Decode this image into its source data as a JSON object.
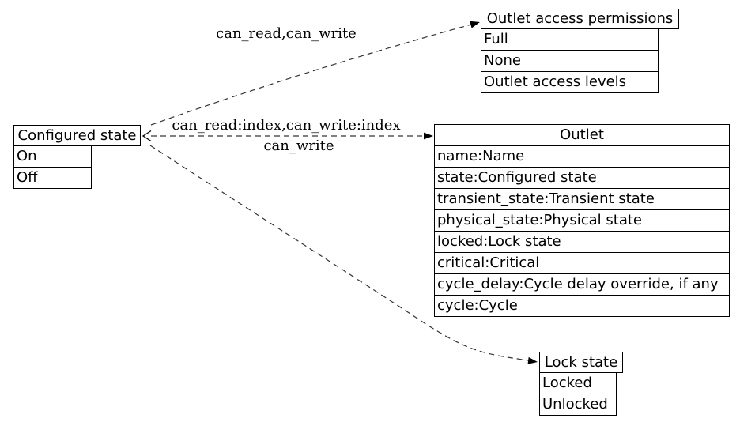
{
  "nodes": {
    "configured_state": {
      "title": "Configured state",
      "rows": [
        "On",
        "Off"
      ]
    },
    "outlet_access_permissions": {
      "title": "Outlet access permissions",
      "rows": [
        "Full",
        "None",
        "Outlet access levels"
      ]
    },
    "outlet": {
      "title": "Outlet",
      "rows": [
        "name:Name",
        "state:Configured state",
        "transient_state:Transient state",
        "physical_state:Physical state",
        "locked:Lock state",
        "critical:Critical",
        "cycle_delay:Cycle delay override, if any",
        "cycle:Cycle"
      ]
    },
    "lock_state": {
      "title": "Lock state",
      "rows": [
        "Locked",
        "Unlocked"
      ]
    }
  },
  "edge_labels": {
    "configured_to_permissions": "can_read,can_write",
    "configured_to_outlet_top": "can_read:index,can_write:index",
    "configured_to_outlet_bottom": "can_write"
  },
  "colors": {
    "background": "#ffffff",
    "border": "#000000",
    "text": "#000000",
    "edge_line": "#343434",
    "arrowhead": "#000000"
  }
}
